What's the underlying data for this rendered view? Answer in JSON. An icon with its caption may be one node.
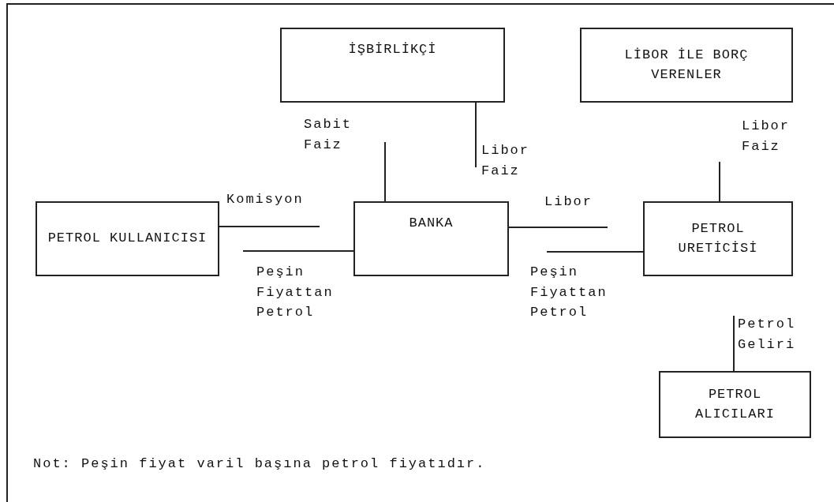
{
  "diagram": {
    "nodes": [
      {
        "text": [
          "İŞBİRLİKÇİ"
        ]
      },
      {
        "text": [
          "LİBOR İLE BORÇ VERENLER"
        ]
      },
      {
        "text": [
          "PETROL KULLANICISI"
        ]
      },
      {
        "text": [
          "BANKA"
        ]
      },
      {
        "text": [
          "PETROL URETİCİSİ"
        ]
      },
      {
        "text": [
          "PETROL ALICILARI"
        ]
      }
    ],
    "edges": [
      {
        "from": null,
        "to": 3,
        "arrow": "none",
        "label": "Sabit Faiz"
      },
      {
        "from": 0,
        "to": null,
        "arrow": "none",
        "label": "Libor Faiz"
      },
      {
        "from": 2,
        "to": null,
        "arrow": "none",
        "label": "Komisyon"
      },
      {
        "from": 3,
        "to": null,
        "arrow": "none",
        "label": "Peşin Fiyattan Petrol"
      },
      {
        "from": 3,
        "to": null,
        "arrow": "none",
        "label": "Libor"
      },
      {
        "from": 4,
        "to": null,
        "arrow": "none",
        "label": "Peşin Fiyattan Petrol"
      },
      {
        "from": 4,
        "to": null,
        "arrow": "none",
        "label": "Libor Faiz"
      },
      {
        "from": 5,
        "to": null,
        "arrow": "none",
        "label": "Petrol Geliri"
      }
    ],
    "labels": [
      "Not: Peşin fiyat varil başına petrol fiyatıdır."
    ]
  }
}
